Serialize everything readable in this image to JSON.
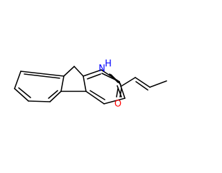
{
  "molecule": {
    "atoms": [
      {
        "id": "nitrogen",
        "label": "N",
        "color": "#0000ff"
      },
      {
        "id": "amide_hydrogen",
        "label": "H",
        "color": "#0000ff"
      },
      {
        "id": "carbonyl_oxygen",
        "label": "O",
        "color": "#ff0000"
      }
    ],
    "bond_color": "#000000"
  }
}
